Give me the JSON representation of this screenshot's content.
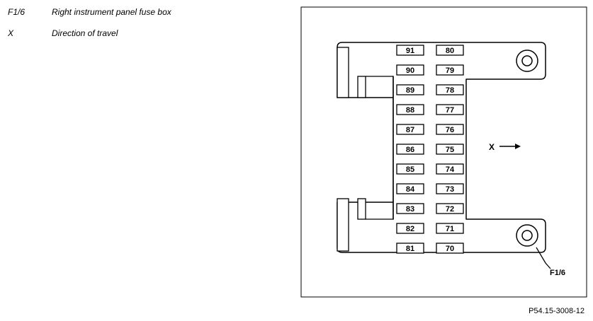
{
  "legend": [
    {
      "code": "F1/6",
      "description": "Right instrument panel fuse box"
    },
    {
      "code": "X",
      "description": "Direction of travel"
    }
  ],
  "fuse_box": {
    "label": "F1/6",
    "left_column": [
      "91",
      "90",
      "89",
      "88",
      "87",
      "86",
      "85",
      "84",
      "83",
      "82",
      "81"
    ],
    "right_column": [
      "80",
      "79",
      "78",
      "77",
      "76",
      "75",
      "74",
      "73",
      "72",
      "71",
      "70"
    ]
  },
  "direction_label": "X",
  "reference_code": "P54.15-3008-12"
}
